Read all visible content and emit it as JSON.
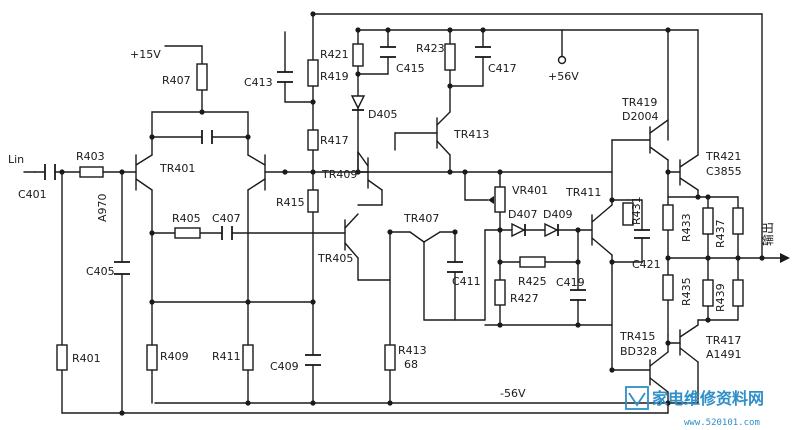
{
  "labels": {
    "lin": "Lin",
    "c401": "C401",
    "r403": "R403",
    "plus15": "+15V",
    "r407": "R407",
    "tr401": "TR401",
    "a970": "A970",
    "r405": "R405",
    "c407": "C407",
    "c405": "C405",
    "r401": "R401",
    "r409": "R409",
    "r411": "R411",
    "c409": "C409",
    "r413": "R413",
    "r413_val": "68",
    "c413": "C413",
    "r419": "R419",
    "r417": "R417",
    "r415": "R415",
    "r421": "R421",
    "c415": "C415",
    "d405": "D405",
    "r423": "R423",
    "c417": "C417",
    "plus56": "+56V",
    "tr413": "TR413",
    "tr409": "TR409",
    "tr405": "TR405",
    "tr407": "TR407",
    "c411": "C411",
    "vr401": "VR401",
    "tr411": "TR411",
    "d407": "D407",
    "d409": "D409",
    "r425": "R425",
    "r427": "R427",
    "c419": "C419",
    "r431": "R431",
    "c421": "C421",
    "tr419": "TR419",
    "d2004": "D2004",
    "tr421": "TR421",
    "c3855": "C3855",
    "r433": "R433",
    "r437": "R437",
    "r435": "R435",
    "r439": "R439",
    "output": "输出",
    "tr415": "TR415",
    "bd": "BD328",
    "tr417": "TR417",
    "a1491": "A1491",
    "minus56": "-56V"
  },
  "watermark": {
    "title": "家电维修资料网",
    "url": "www.520101.com"
  },
  "colors": {
    "ink": "#1a1a1a",
    "watermark": "#2e8fc9"
  }
}
